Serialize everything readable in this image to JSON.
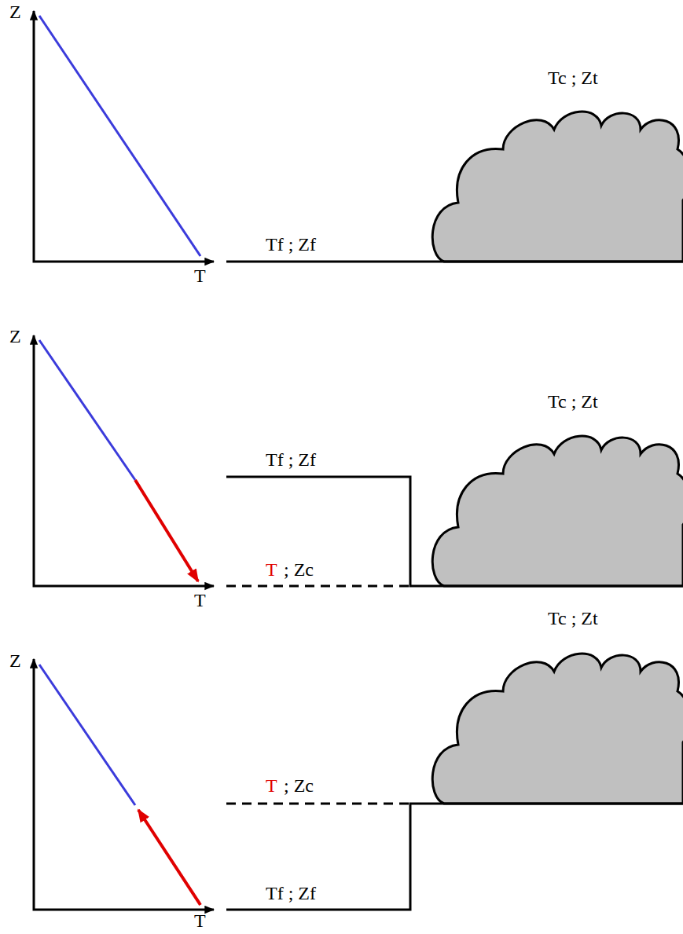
{
  "diagram": {
    "labels": [
      "Z",
      "T",
      "Tf ; Zf",
      "Tc ; Zt",
      "Z",
      "T",
      "Tf ; Zf",
      "T",
      "; Zc",
      "Tc ; Zt",
      "Z",
      "T",
      "Tc ; Zt",
      "T",
      "; Zc",
      "Tf ; Zf"
    ]
  }
}
